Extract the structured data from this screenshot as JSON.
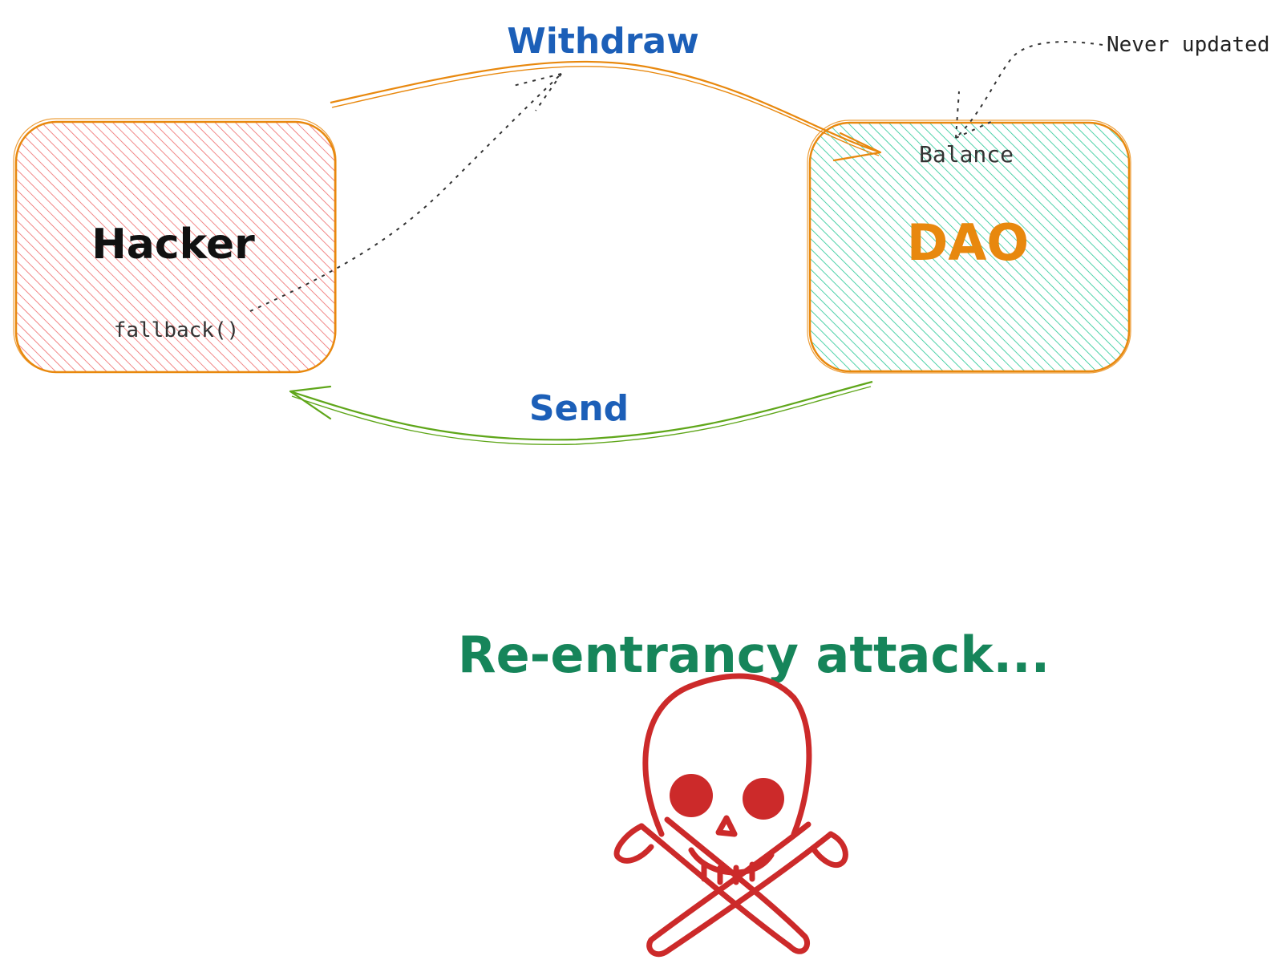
{
  "nodes": {
    "hacker": {
      "title": "Hacker",
      "sublabel": "fallback()",
      "fill_color": "#ef6b6b",
      "stroke_color": "#e8880e"
    },
    "dao": {
      "title": "DAO",
      "sublabel": "Balance",
      "fill_color": "#25c795",
      "stroke_color": "#e8880e",
      "title_color": "#e8880e"
    }
  },
  "edges": {
    "withdraw": {
      "label": "Withdraw",
      "color": "#e8880e",
      "label_color": "#1c5fb8"
    },
    "send": {
      "label": "Send",
      "color": "#5fa61a",
      "label_color": "#1c5fb8"
    }
  },
  "annotations": {
    "never_updated": "Never updated"
  },
  "caption": {
    "text": "Re-entrancy attack...",
    "color": "#16855a"
  },
  "skull": {
    "icon": "skull-crossbones-icon",
    "color": "#cc2a2a"
  }
}
